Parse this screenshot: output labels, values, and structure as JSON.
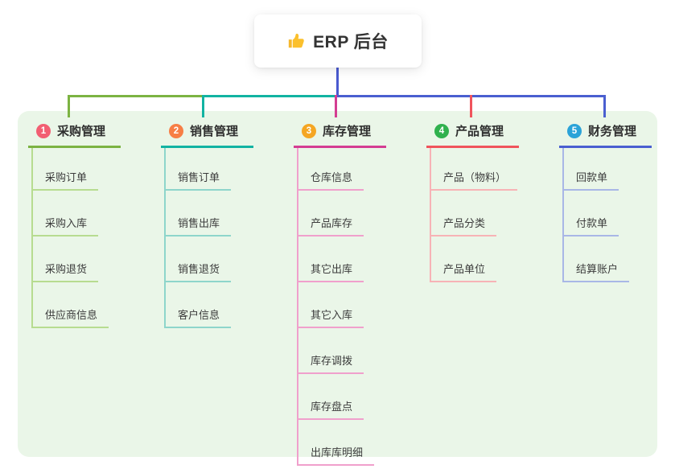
{
  "root": {
    "title": "ERP 后台",
    "icon": "thumbs-up-icon",
    "icon_color": "#f5b82e"
  },
  "canvas": {
    "background": "#ffffff",
    "panel_background": "#eaf6e8",
    "root_stem_color": "#4a5ad0"
  },
  "branches": [
    {
      "number": "1",
      "label": "采购管理",
      "badge_color": "#f25e72",
      "line_color": "#7cb342",
      "item_line_color": "#b7dc90",
      "items": [
        "采购订单",
        "采购入库",
        "采购退货",
        "供应商信息"
      ]
    },
    {
      "number": "2",
      "label": "销售管理",
      "badge_color": "#f77e45",
      "line_color": "#12b3a2",
      "item_line_color": "#8ed5cb",
      "items": [
        "销售订单",
        "销售出库",
        "销售退货",
        "客户信息"
      ]
    },
    {
      "number": "3",
      "label": "库存管理",
      "badge_color": "#f5a623",
      "line_color": "#d43d92",
      "item_line_color": "#f0a0cc",
      "items": [
        "仓库信息",
        "产品库存",
        "其它出库",
        "其它入库",
        "库存调拨",
        "库存盘点",
        "出库库明细"
      ]
    },
    {
      "number": "4",
      "label": "产品管理",
      "badge_color": "#30b14e",
      "line_color": "#f0545c",
      "item_line_color": "#f7b3b6",
      "items": [
        "产品（物料）",
        "产品分类",
        "产品单位"
      ]
    },
    {
      "number": "5",
      "label": "财务管理",
      "badge_color": "#2ba3d8",
      "line_color": "#4a5fd0",
      "item_line_color": "#a9b7e6",
      "items": [
        "回款单",
        "付款单",
        "结算账户"
      ]
    }
  ]
}
